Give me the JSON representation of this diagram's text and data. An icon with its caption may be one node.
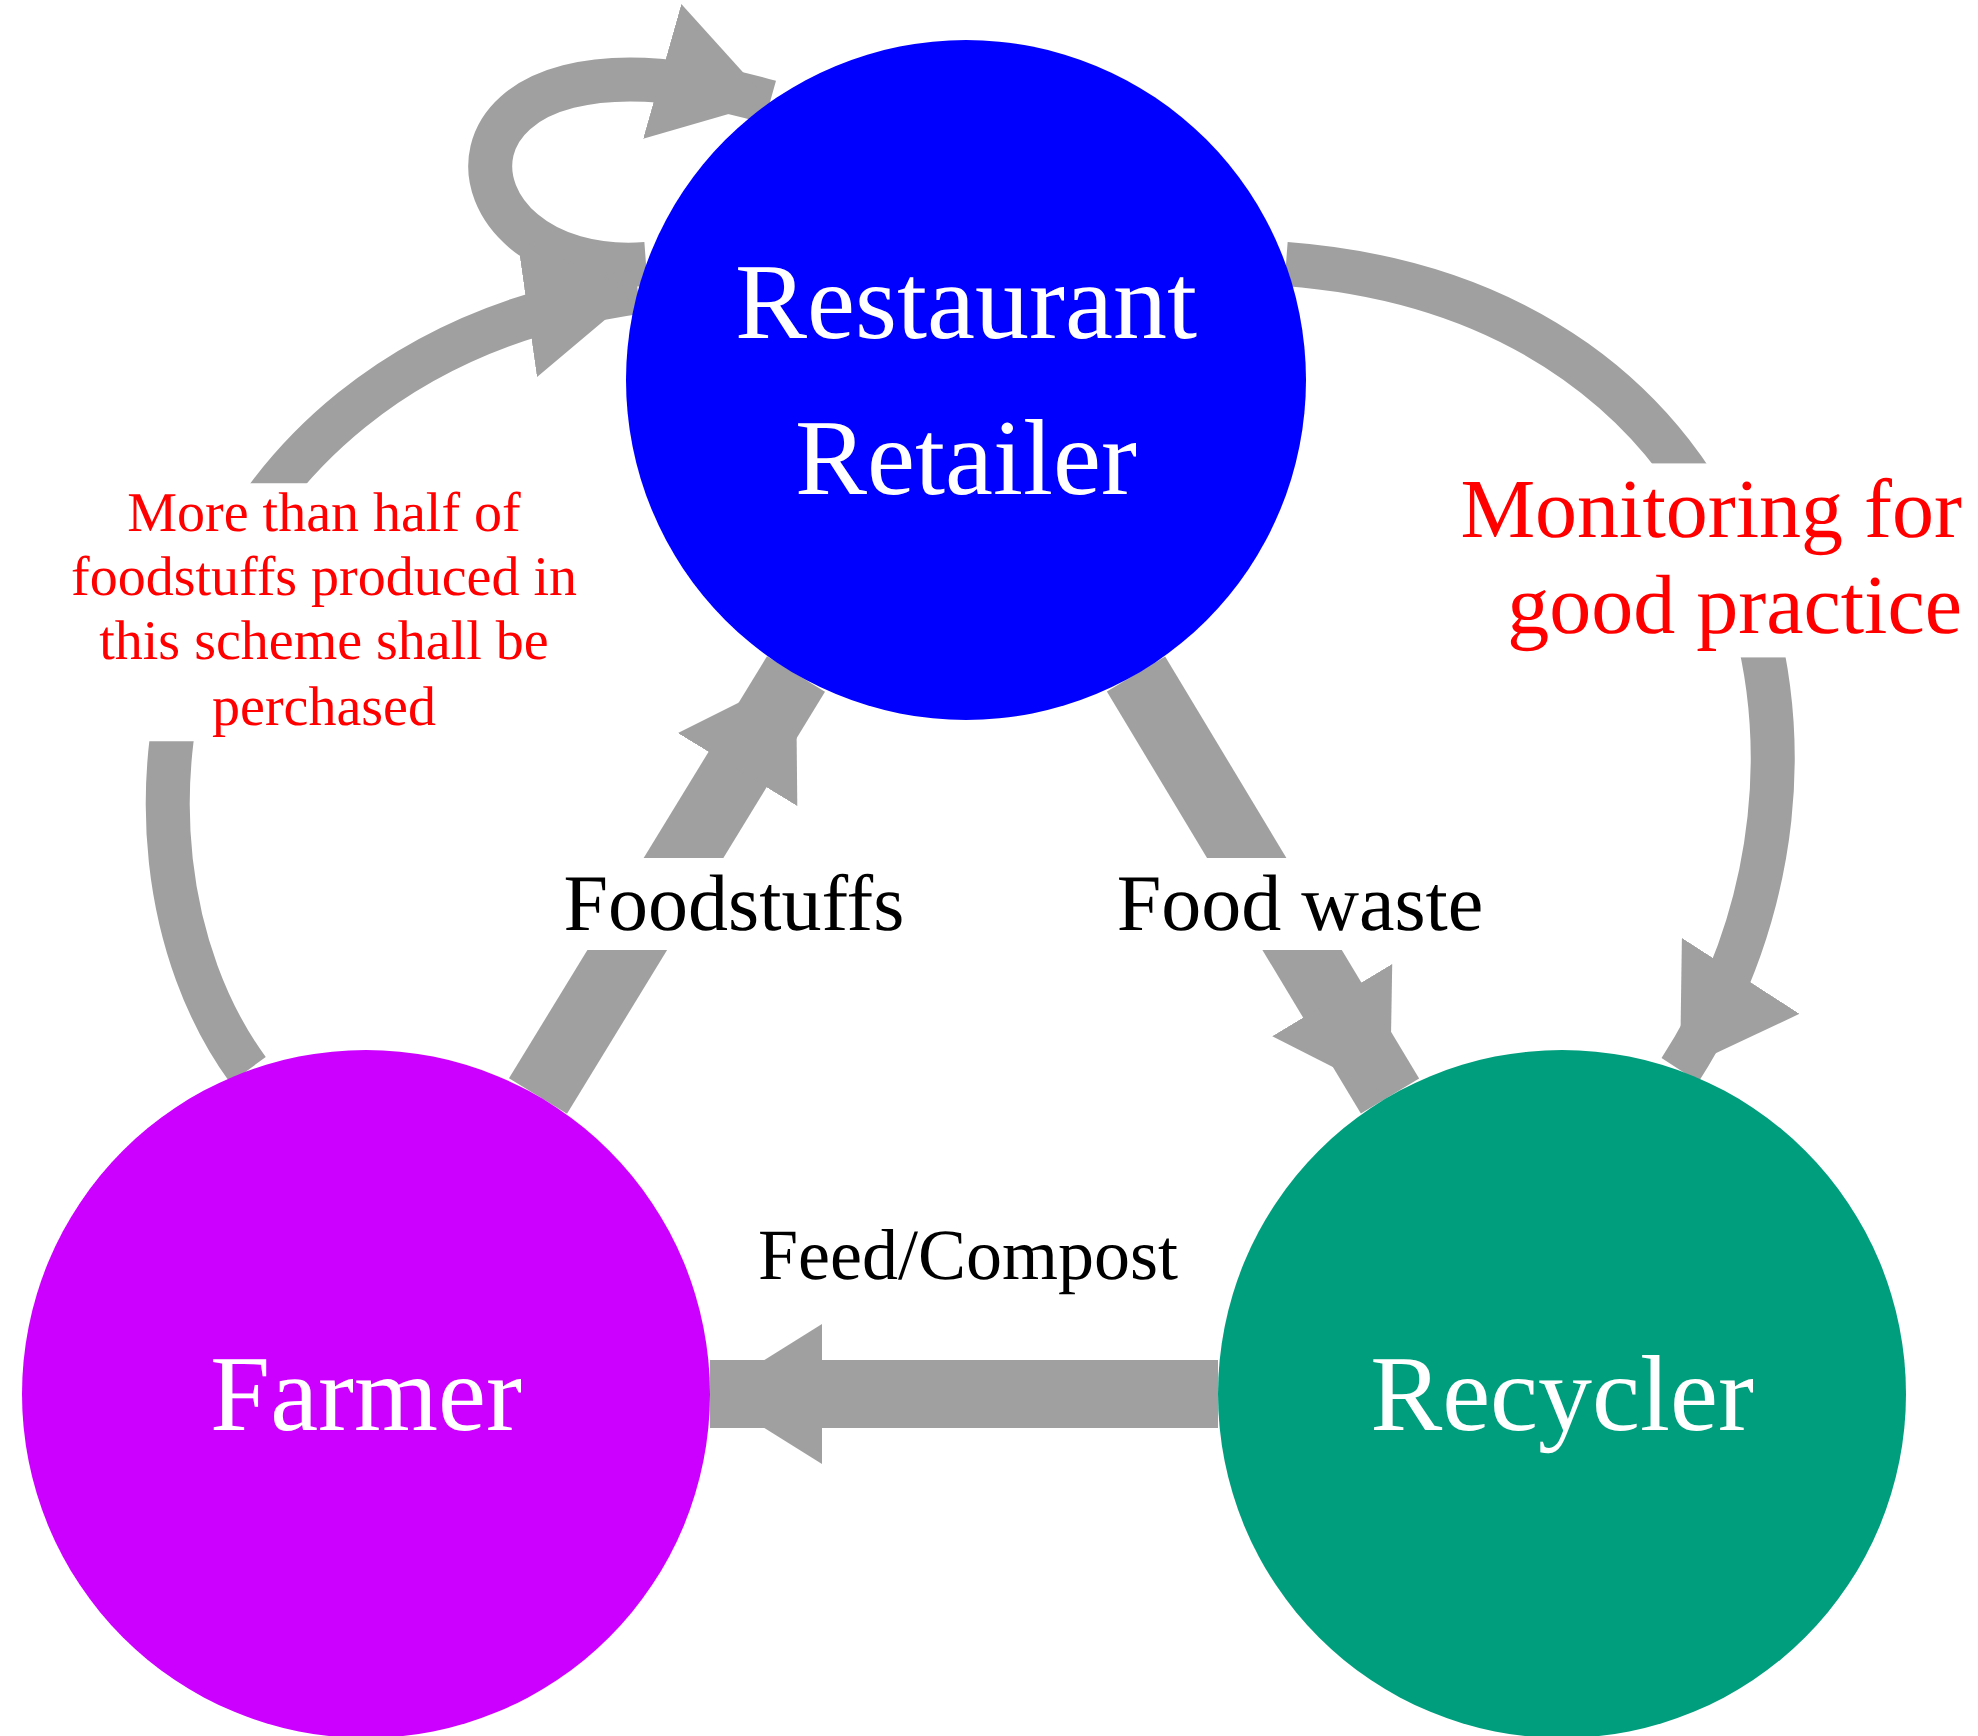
{
  "diagram": {
    "nodes": [
      {
        "text": [
          "Restaurant Retailer"
        ]
      },
      {
        "text": [
          "Farmer"
        ]
      },
      {
        "text": [
          "Recycler"
        ]
      }
    ],
    "edges": [
      {
        "from": 0,
        "to": 0,
        "arrow": "to"
      },
      {
        "from": 1,
        "to": 0,
        "arrow": "to",
        "label": "More than half of foodstuffs produced in this scheme shall be perchased"
      },
      {
        "from": 1,
        "to": 0,
        "arrow": "to",
        "label": "Foodstuffs"
      },
      {
        "from": 0,
        "to": 2,
        "arrow": "to",
        "label": "Food waste"
      },
      {
        "from": 0,
        "to": 2,
        "arrow": "to",
        "label": "Monitoring for good practice"
      },
      {
        "from": 2,
        "to": 1,
        "arrow": "to",
        "label": "Feed/Compost"
      }
    ]
  }
}
